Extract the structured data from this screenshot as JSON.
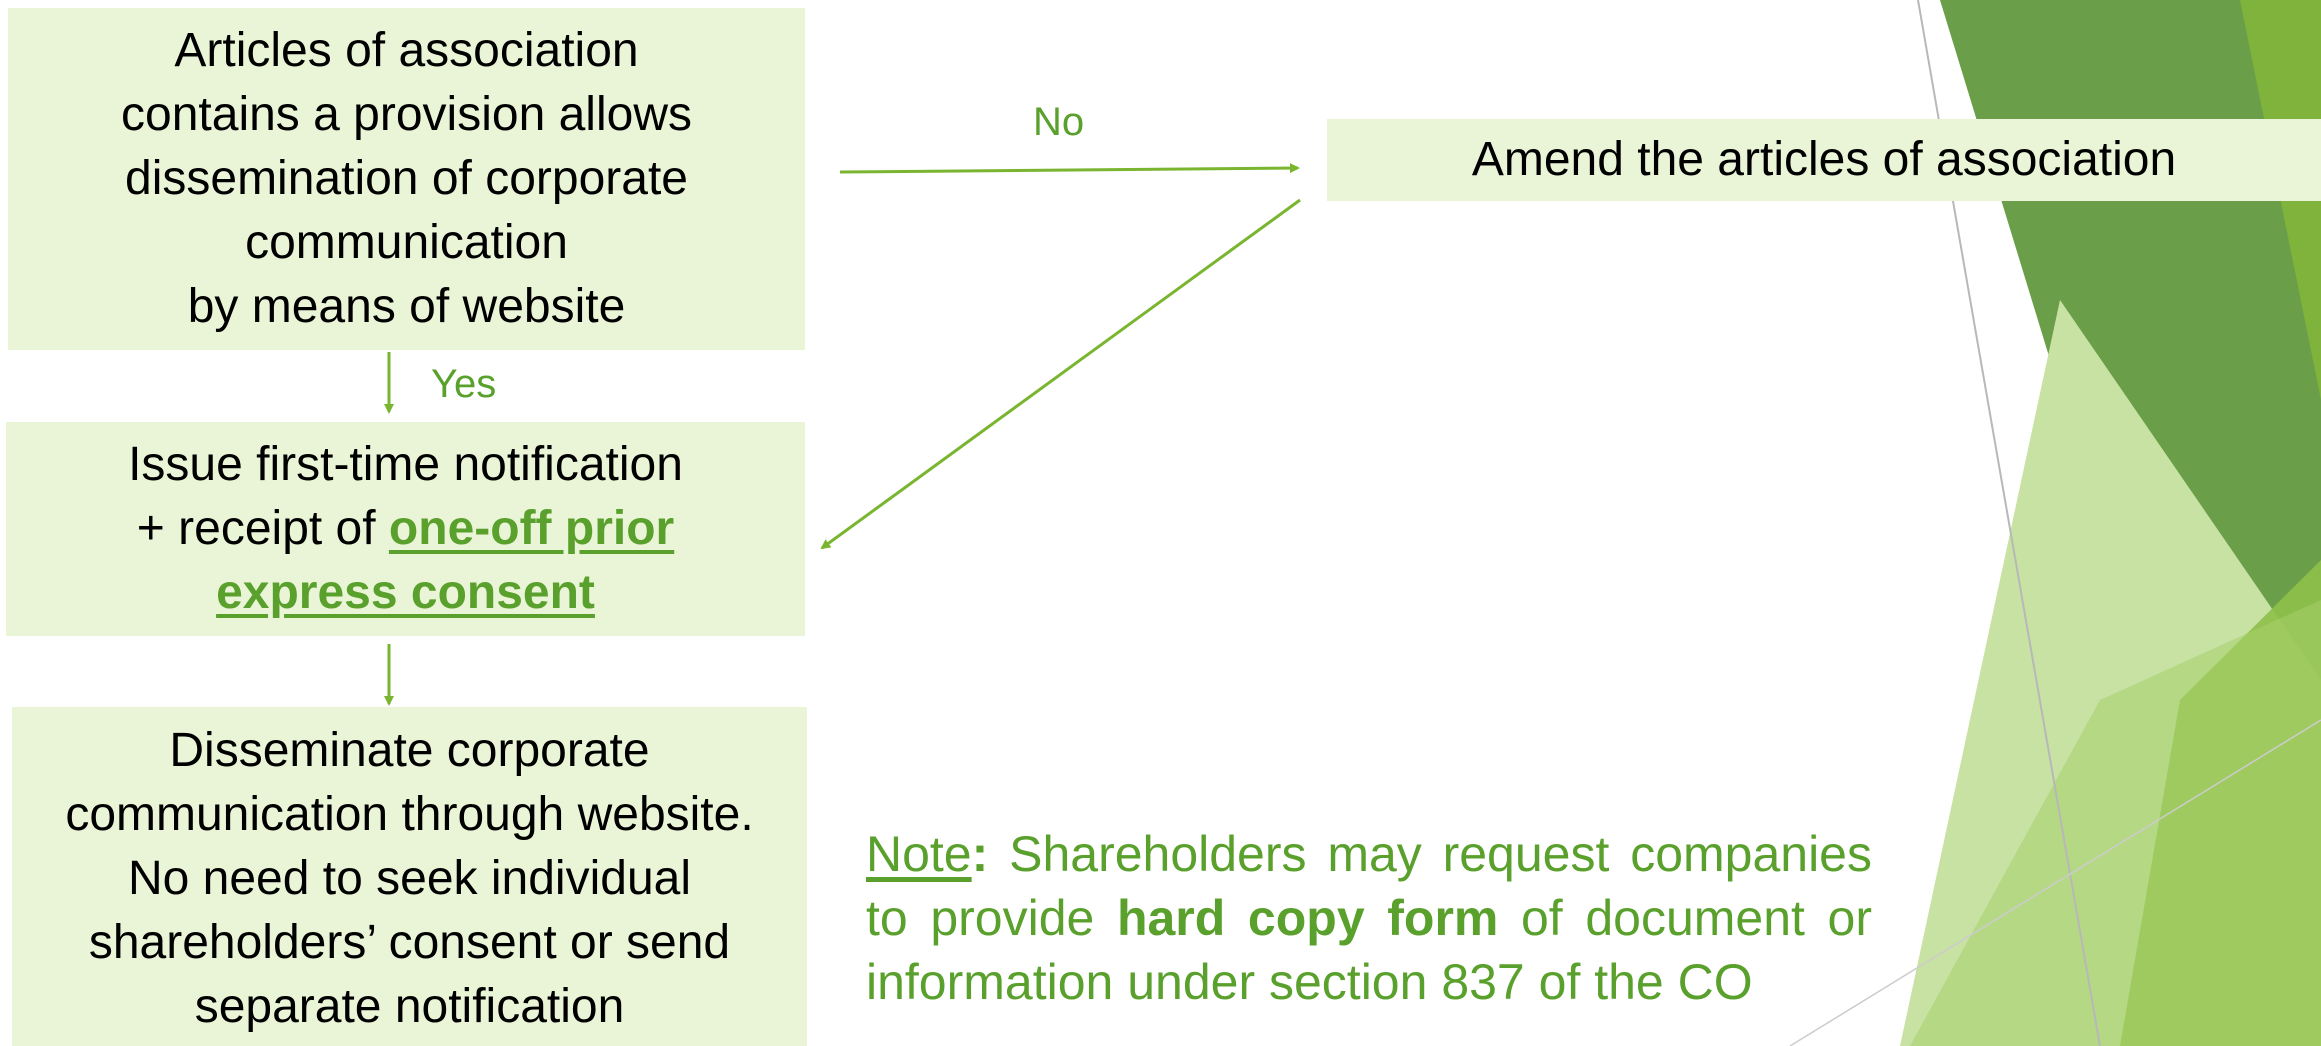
{
  "colors": {
    "accent_green": "#5aa02c",
    "arrow_green": "#7ab530",
    "box_fill": "#eaf5d8",
    "deco_dark": "#6a9e48",
    "deco_light": "#c8e2a4"
  },
  "flow": {
    "condition_box": {
      "lines": [
        "Articles of association",
        "contains a provision allows",
        "dissemination of corporate",
        "communication",
        "by means of website"
      ]
    },
    "amend_box": {
      "text": "Amend the articles of association"
    },
    "notify_box": {
      "line1": "Issue first-time notification",
      "line2_prefix": "+ receipt of ",
      "line2_emph": "one-off prior",
      "line3_emph": "express consent"
    },
    "disseminate_box": {
      "lines": [
        "Disseminate corporate",
        "communication through website.",
        "No need to seek individual",
        "shareholders’ consent or send",
        "separate notification"
      ]
    },
    "label_no": "No",
    "label_yes": "Yes"
  },
  "note": {
    "label": "Note",
    "colon": ":",
    "text1": " Shareholders may request companies to provide ",
    "bold": "hard copy form",
    "text2": " of document or information under section 837 of the CO"
  }
}
